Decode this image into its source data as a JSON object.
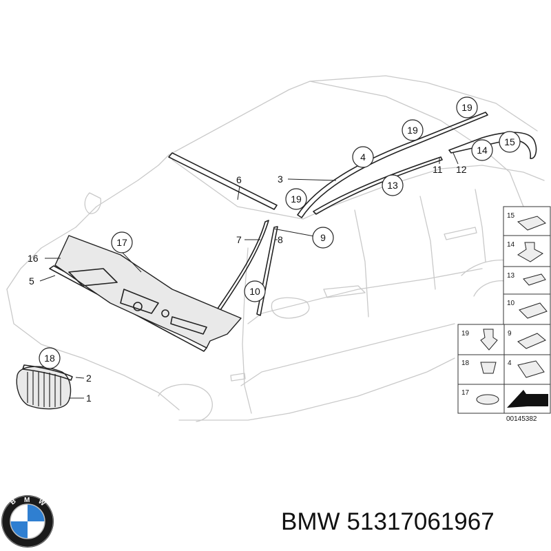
{
  "callouts": {
    "c1": "1",
    "c2": "2",
    "c3": "3",
    "c4": "4",
    "c5": "5",
    "c6": "6",
    "c7": "7",
    "c8": "8",
    "c9": "9",
    "c10": "10",
    "c11": "11",
    "c12": "12",
    "c13": "13",
    "c14": "14",
    "c15": "15",
    "c16": "16",
    "c17": "17",
    "c18": "18",
    "c19a": "19",
    "c19b": "19",
    "c19c": "19"
  },
  "legend": {
    "items": [
      "15",
      "14",
      "13",
      "10",
      "19",
      "9",
      "18",
      "4",
      "17"
    ]
  },
  "diagram_code": "00145382",
  "caption": {
    "brand": "BMW",
    "part_number": "51317061967"
  },
  "logo": {
    "text": "BMW",
    "colors": {
      "blue": "#2f7fd1",
      "ring": "#1a1a1a",
      "white": "#ffffff"
    }
  }
}
